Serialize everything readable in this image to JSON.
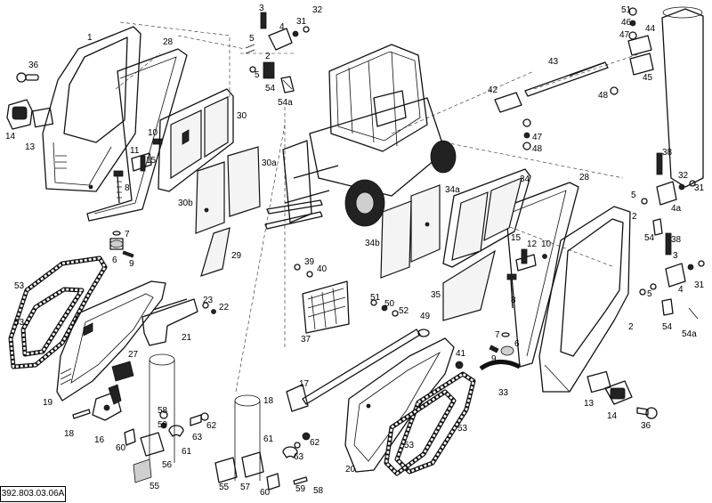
{
  "drawing_reference": "392.803.03.06A",
  "callouts": {
    "c1": "1",
    "c28a": "28",
    "c36a": "36",
    "c14a": "14",
    "c13a": "13",
    "c10a": "10",
    "c11": "11",
    "c15a": "15",
    "c8a": "8",
    "c30": "30",
    "c30a": "30a",
    "c30b": "30b",
    "c29": "29",
    "c7a": "7",
    "c6a": "6",
    "c9a": "9",
    "c3a": "3",
    "c32a": "32",
    "c4a": "4",
    "c31a": "31",
    "c5a": "5",
    "c2a": "2",
    "c5b": "5",
    "c54a": "54",
    "c54aa": "54a",
    "c51a": "51",
    "c46": "46",
    "c44": "44",
    "c47a": "47",
    "c43": "43",
    "c45": "45",
    "c42": "42",
    "c48a": "48",
    "c47b": "47",
    "c48b": "48",
    "c38a": "38",
    "c32b": "32",
    "c31b": "31",
    "c5c": "5",
    "c4b": "4a",
    "c2b": "2",
    "c54b": "54",
    "c38b": "38",
    "c3b": "3",
    "c5d": "5",
    "c4c": "4",
    "c31c": "31",
    "c54c": "54",
    "c54ab": "54a",
    "c28b": "28",
    "c34": "34",
    "c34a": "34a",
    "c34b": "34b",
    "c15b": "15",
    "c12": "12",
    "c10b": "10",
    "c35": "35",
    "c8b": "8",
    "c7b": "7",
    "c9b": "9",
    "c6b": "6",
    "c2c": "2",
    "c33": "33",
    "c13b": "13",
    "c14b": "14",
    "c36b": "36",
    "c53a": "53",
    "c53b": "53",
    "c27": "27",
    "c19": "19",
    "c23": "23",
    "c22": "22",
    "c21": "21",
    "c39": "39",
    "c40": "40",
    "c37": "37",
    "c51b": "51",
    "c50": "50",
    "c52": "52",
    "c49": "49",
    "c41": "41",
    "c17": "17",
    "c18a": "18",
    "c18b": "18",
    "c16": "16",
    "c60a": "60",
    "c56": "56",
    "c55a": "55",
    "c58a": "58",
    "c59a": "59",
    "c62a": "62",
    "c63a": "63",
    "c61a": "61",
    "c61b": "61",
    "c62b": "62",
    "c63b": "63",
    "c55b": "55",
    "c57": "57",
    "c60b": "60",
    "c59b": "59",
    "c58b": "58",
    "c20": "20",
    "c53c": "53",
    "c53d": "53"
  }
}
